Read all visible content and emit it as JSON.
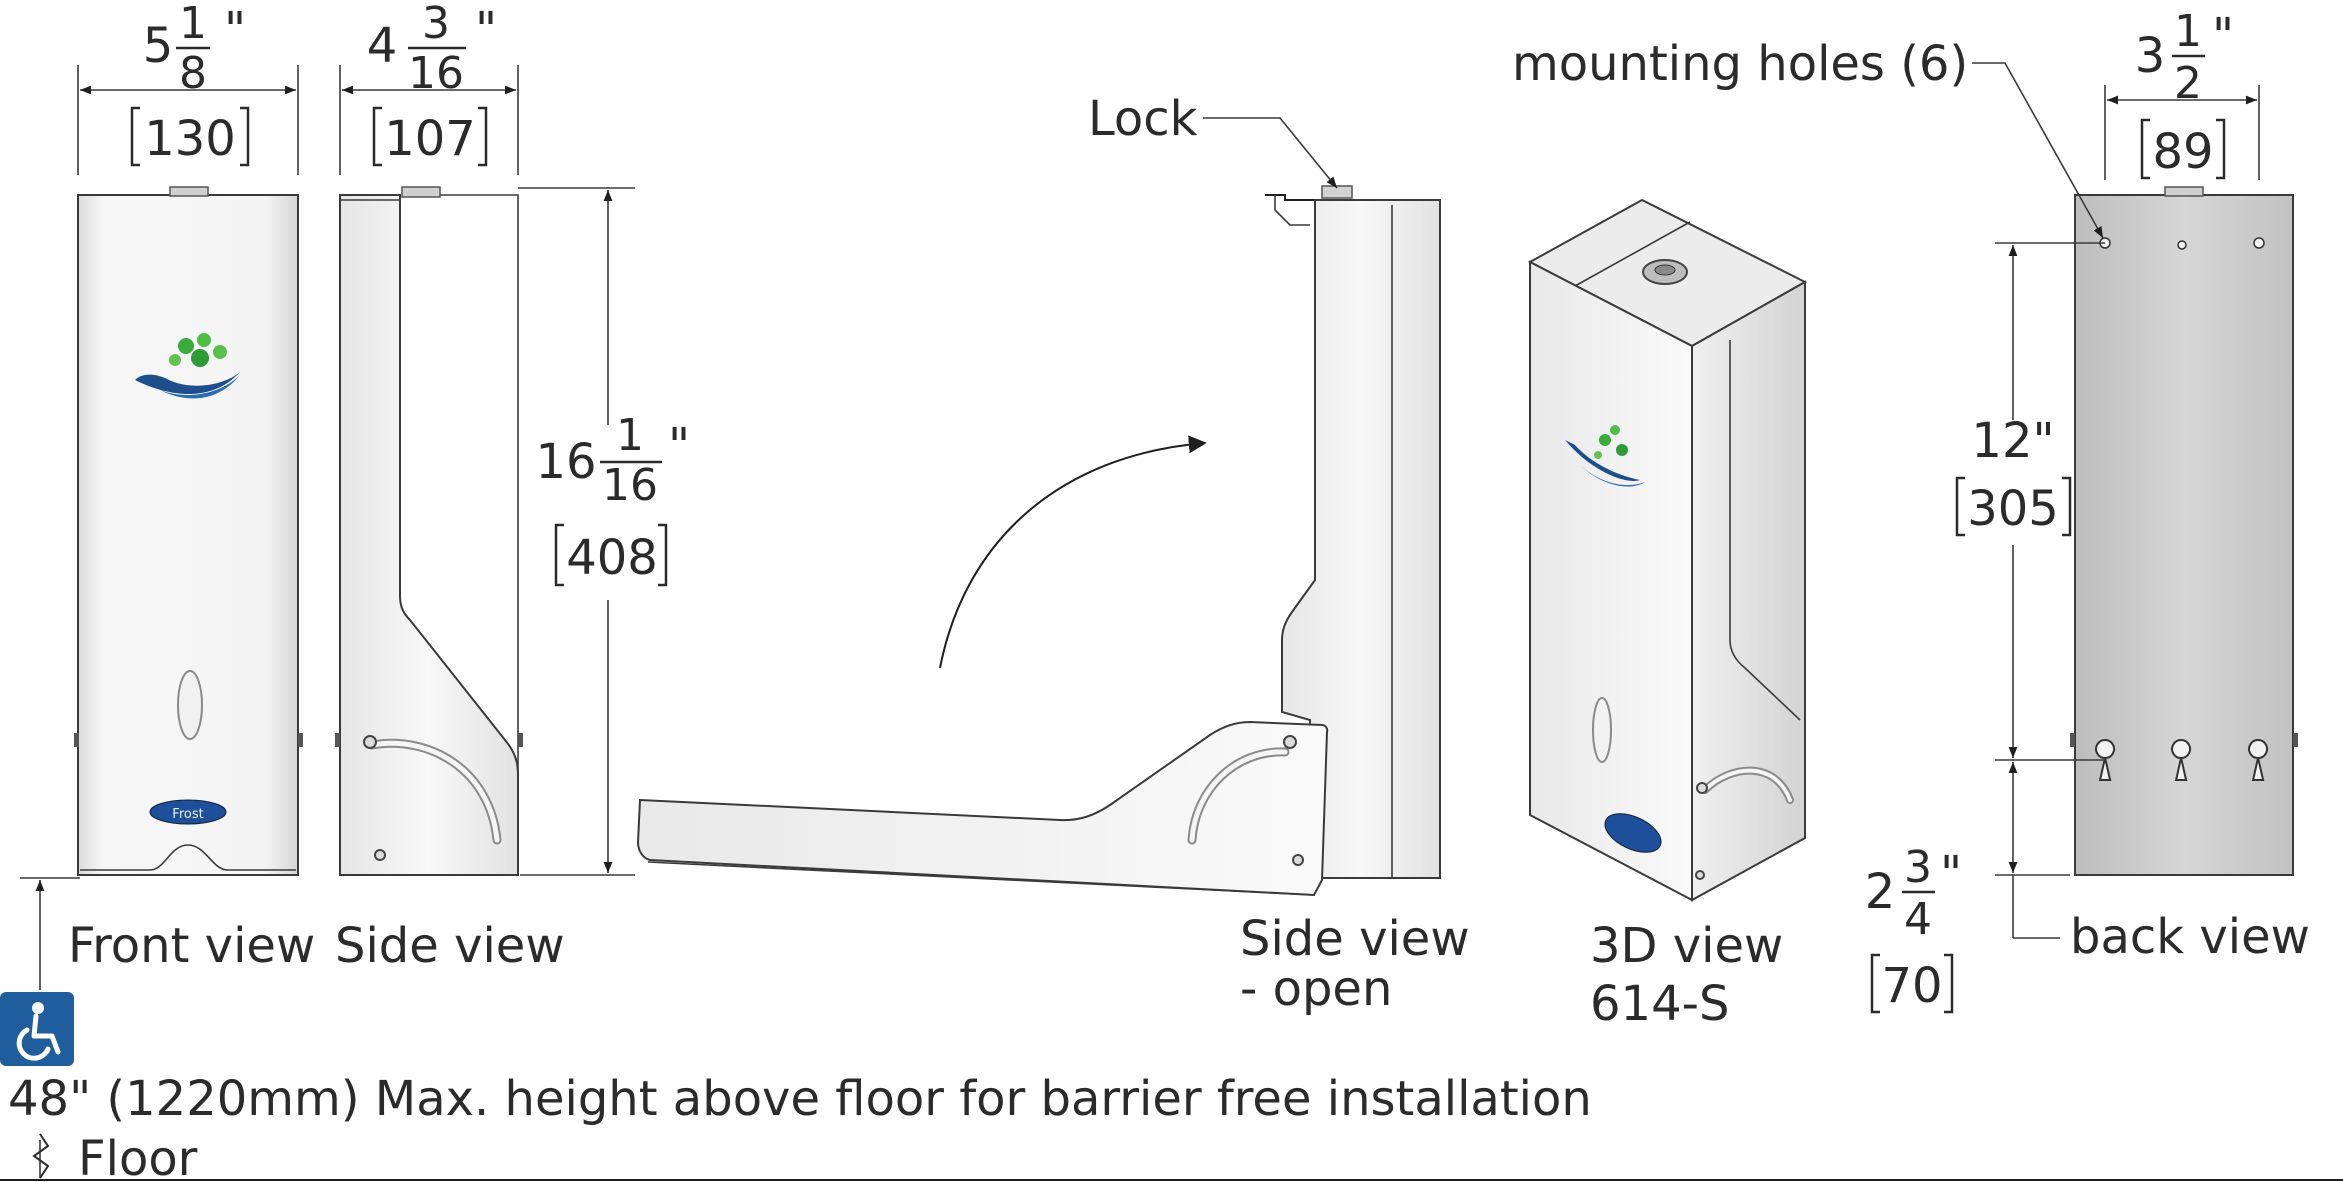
{
  "dimensions": {
    "width": {
      "whole": "5",
      "num": "1",
      "den": "8",
      "unit": "\"",
      "mm": "130"
    },
    "depth": {
      "whole": "4",
      "num": "3",
      "den": "16",
      "unit": "\"",
      "mm": "107"
    },
    "height": {
      "whole": "16",
      "num": "1",
      "den": "16",
      "unit": "\"",
      "mm": "408"
    },
    "hole_spacing": {
      "whole": "3",
      "num": "1",
      "den": "2",
      "unit": "\"",
      "mm": "89"
    },
    "vertical_spacing": {
      "value": "12\"",
      "mm": "305"
    },
    "bottom_offset": {
      "whole": "2",
      "num": "3",
      "den": "4",
      "unit": "\"",
      "mm": "70"
    }
  },
  "callouts": {
    "lock": "Lock",
    "mounting_holes": "mounting holes (6)"
  },
  "views": {
    "front": "Front view",
    "side": "Side view",
    "side_open_1": "Side view",
    "side_open_2": "- open",
    "three_d_1": "3D view",
    "three_d_2": "614-S",
    "back": "back view"
  },
  "notes": {
    "max_height": "48\" (1220mm) Max. height above floor for barrier free installation",
    "floor": "Floor"
  },
  "brand_badge": "Frost"
}
